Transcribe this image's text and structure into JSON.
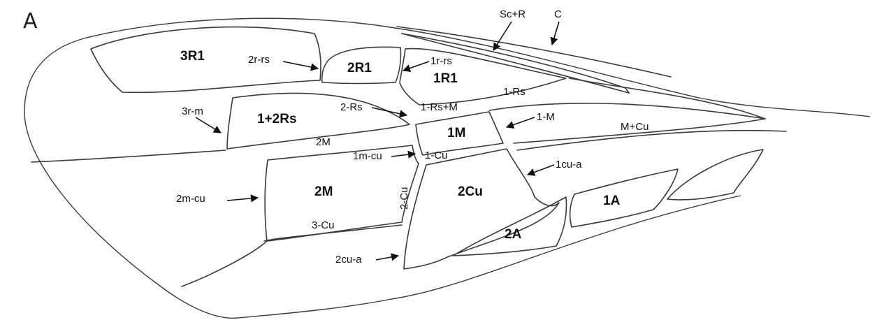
{
  "panel_label": "A",
  "cells": {
    "c3R1": "3R1",
    "c2R1": "2R1",
    "c1R1": "1R1",
    "c12Rs": "1+2Rs",
    "c1M": "1M",
    "c2M": "2M",
    "c2Cu": "2Cu",
    "c1A": "1A",
    "c2A": "2A"
  },
  "veins": {
    "ScR": "Sc+R",
    "C": "C",
    "r_rs_2": "2r-rs",
    "r_rs_1": "1r-rs",
    "Rs_1": "1-Rs",
    "RsM_1": "1-Rs+M",
    "Rs_2": "2-Rs",
    "rm_3": "3r-m",
    "M_1": "1-M",
    "MCu": "M+Cu",
    "M_2": "2M",
    "mcu_1": "1m-cu",
    "Cu_1": "1-Cu",
    "cua_1": "1cu-a",
    "mcu_2": "2m-cu",
    "Cu_2": "2-Cu",
    "Cu_3": "3-Cu",
    "cua_2": "2cu-a"
  }
}
